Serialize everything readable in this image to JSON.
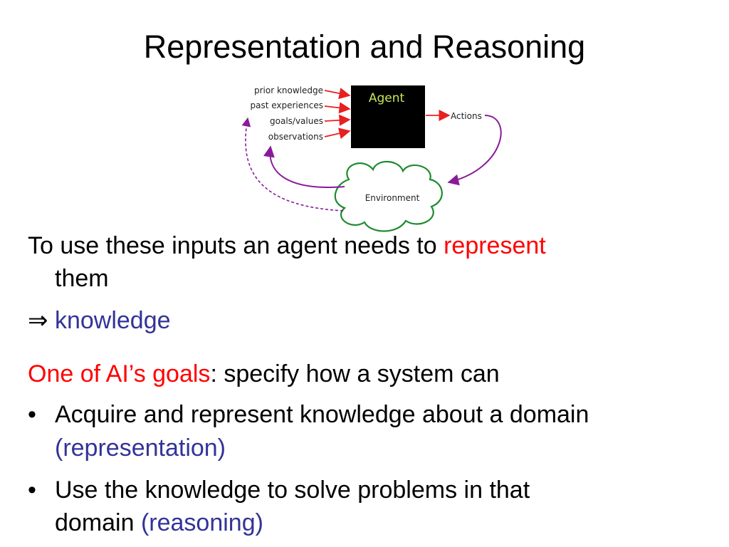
{
  "slide": {
    "title": "Representation and Reasoning"
  },
  "diagram": {
    "inputs": [
      "prior knowledge",
      "past experiences",
      "goals/values",
      "observations"
    ],
    "agent_label": "Agent",
    "actions_label": "Actions",
    "environment_label": "Environment",
    "colors": {
      "input_arrow": "#e82020",
      "feedback_arrow": "#8a1a9a",
      "cloud_stroke": "#1e8a2e",
      "agent_fill": "#000000",
      "agent_text": "#c8e65a"
    }
  },
  "body": {
    "line1_a": "To use these inputs an agent needs to ",
    "line1_b": "represent",
    "line2": "them",
    "implies_symbol": "⇒",
    "implies_text": "knowledge",
    "goals_red": "One of AI’s goals",
    "goals_rest": ": specify how a system can",
    "bullet_symbol": "•",
    "bullet1_a": "Acquire and represent knowledge about a domain",
    "bullet1_b": "(representation)",
    "bullet2_a": "Use the knowledge to solve problems in that",
    "bullet2_b": "domain ",
    "bullet2_c": "(reasoning)"
  }
}
